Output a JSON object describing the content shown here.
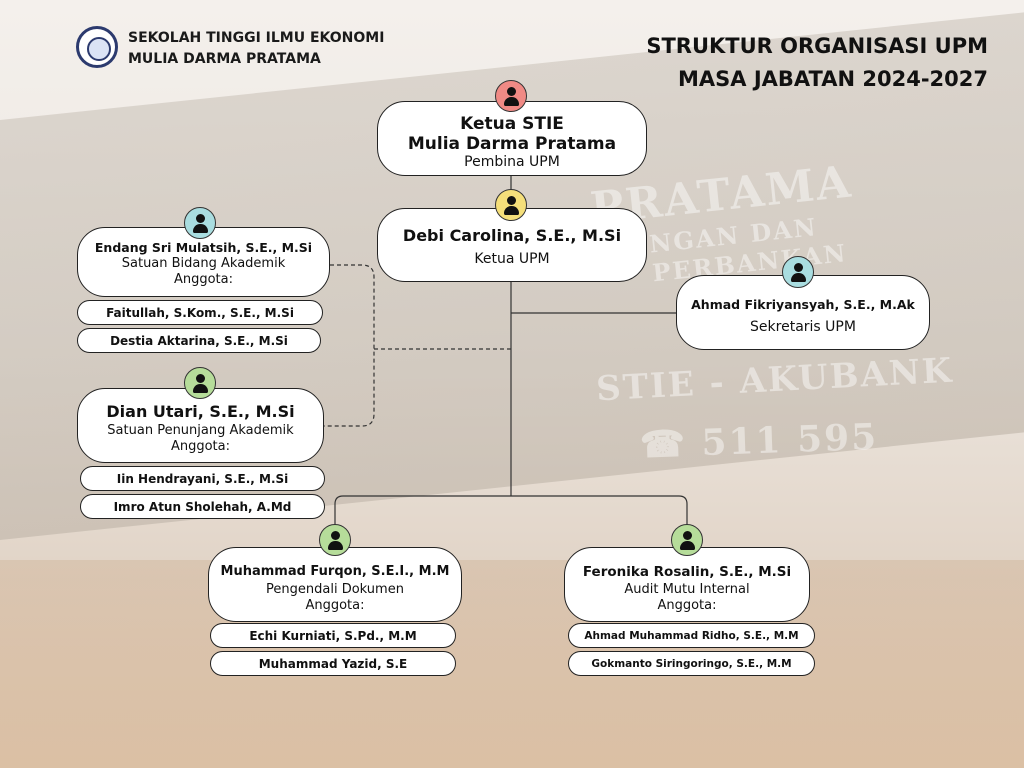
{
  "header": {
    "school_line1": "SEKOLAH TINGGI ILMU EKONOMI",
    "school_line2": "MULIA DARMA PRATAMA",
    "title_line1": "STRUKTUR ORGANISASI UPM",
    "title_line2": "MASA JABATAN 2024-2027"
  },
  "background": {
    "sign1": "PRATAMA",
    "sign2": "NGAN DAN PERBANKAN",
    "sign3": "STIE - AKUBANK",
    "sign4": "☎ 511 595"
  },
  "colors": {
    "red_avatar": "#f08a85",
    "yellow_avatar": "#f5df7a",
    "teal_avatar": "#a9dde0",
    "green_avatar": "#b6dd9a"
  },
  "pembina": {
    "name_line1": "Ketua STIE",
    "name_line2": "Mulia Darma Pratama",
    "role": "Pembina UPM"
  },
  "ketua": {
    "name": "Debi Carolina, S.E., M.Si",
    "role": "Ketua UPM"
  },
  "sekretaris": {
    "name": "Ahmad Fikriyansyah, S.E., M.Ak",
    "role": "Sekretaris UPM"
  },
  "akademik": {
    "name": "Endang Sri Mulatsih, S.E., M.Si",
    "role": "Satuan Bidang Akademik",
    "members_label": "Anggota:",
    "members": [
      "Faitullah, S.Kom., S.E., M.Si",
      "Destia Aktarina, S.E., M.Si"
    ]
  },
  "penunjang": {
    "name": "Dian Utari, S.E., M.Si",
    "role": "Satuan Penunjang Akademik",
    "members_label": "Anggota:",
    "members": [
      "Iin Hendrayani, S.E., M.Si",
      "Imro Atun Sholehah, A.Md"
    ]
  },
  "dokumen": {
    "name": "Muhammad Furqon, S.E.I., M.M",
    "role": "Pengendali Dokumen",
    "members_label": "Anggota:",
    "members": [
      "Echi Kurniati, S.Pd., M.M",
      "Muhammad Yazid, S.E"
    ]
  },
  "audit": {
    "name": "Feronika Rosalin, S.E., M.Si",
    "role": "Audit Mutu Internal",
    "members_label": "Anggota:",
    "members": [
      "Ahmad Muhammad Ridho, S.E., M.M",
      "Gokmanto Siringoringo, S.E., M.M"
    ]
  }
}
